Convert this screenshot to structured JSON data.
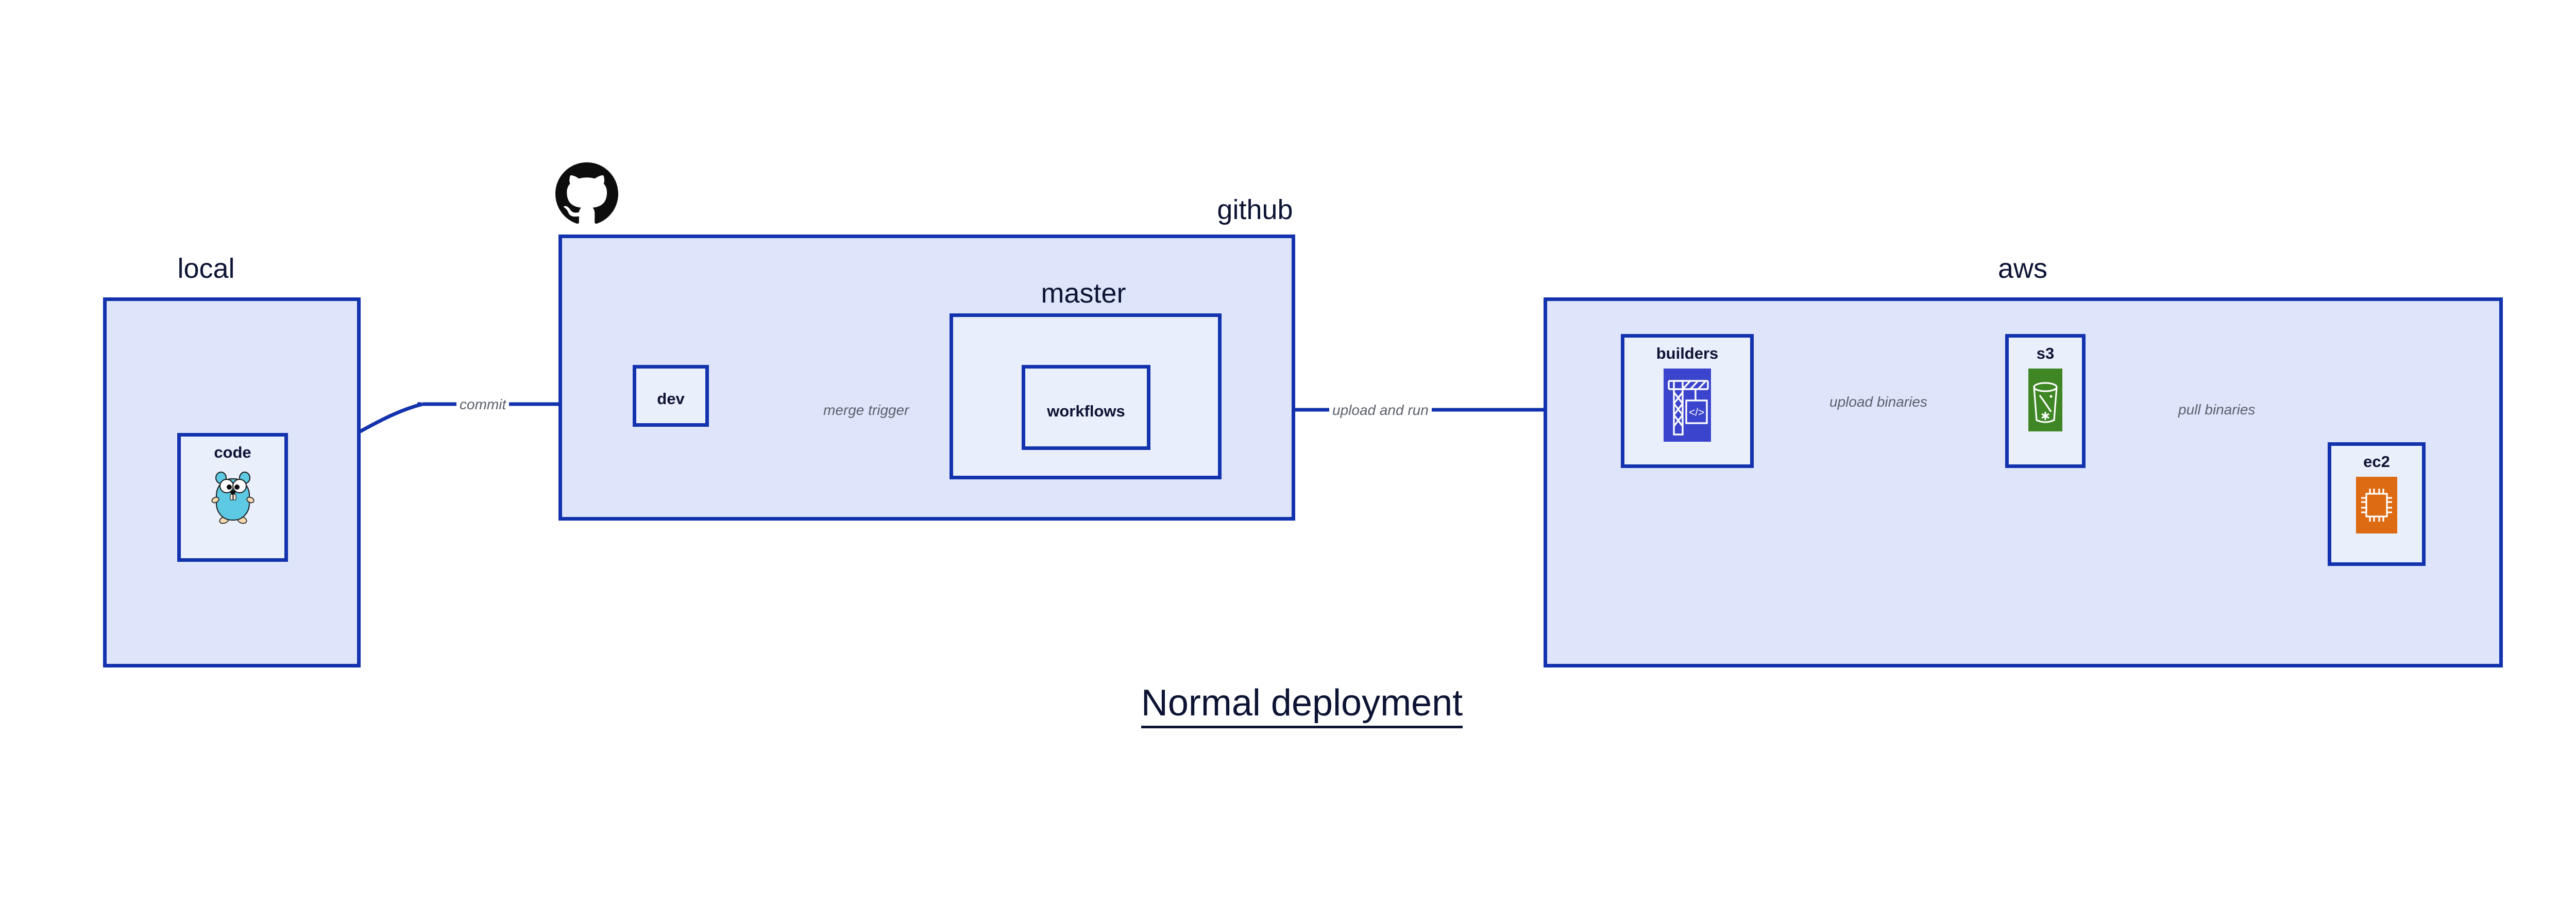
{
  "diagram": {
    "title": "Normal deployment",
    "background": "#ffffff",
    "accent_border": "#1233ad",
    "group_fill": "#dee4fa",
    "subgroup_fill": "#e9eefc",
    "node_fill": "#eaeffc",
    "label_color": "#0d1333",
    "edge_label_color": "#5c5f6b"
  },
  "groups": [
    {
      "id": "local",
      "label": "local"
    },
    {
      "id": "github",
      "label": "github"
    },
    {
      "id": "aws",
      "label": "aws"
    }
  ],
  "subgroups": [
    {
      "id": "master",
      "label": "master",
      "parent": "github"
    }
  ],
  "nodes": [
    {
      "id": "code",
      "label": "code",
      "parent": "local",
      "icon": "go-gopher-icon",
      "icon_color": "#5dc9e2"
    },
    {
      "id": "dev",
      "label": "dev",
      "parent": "github",
      "icon": "none",
      "icon_color": ""
    },
    {
      "id": "workflows",
      "label": "workflows",
      "parent": "master",
      "icon": "none",
      "icon_color": ""
    },
    {
      "id": "builders",
      "label": "builders",
      "parent": "aws",
      "icon": "aws-crane-icon",
      "icon_color": "#3b44cc"
    },
    {
      "id": "s3",
      "label": "s3",
      "parent": "aws",
      "icon": "aws-s3-bucket-icon",
      "icon_color": "#3f8624"
    },
    {
      "id": "ec2",
      "label": "ec2",
      "parent": "aws",
      "icon": "aws-ec2-chip-icon",
      "icon_color": "#dd6b13"
    }
  ],
  "edges": [
    {
      "id": "commit",
      "from": "code",
      "to": "dev",
      "label": "commit"
    },
    {
      "id": "merge-trigger",
      "from": "dev",
      "to": "workflows",
      "label": "merge trigger"
    },
    {
      "id": "upload-and-run",
      "from": "workflows",
      "to": "builders",
      "label": "upload and run"
    },
    {
      "id": "upload-binaries",
      "from": "builders",
      "to": "s3",
      "label": "upload binaries"
    },
    {
      "id": "pull-binaries",
      "from": "s3",
      "to": "ec2",
      "label": "pull binaries"
    }
  ],
  "logos": [
    {
      "id": "github-octocat",
      "name": "github-octocat-icon",
      "color": "#0d0d0d"
    }
  ]
}
